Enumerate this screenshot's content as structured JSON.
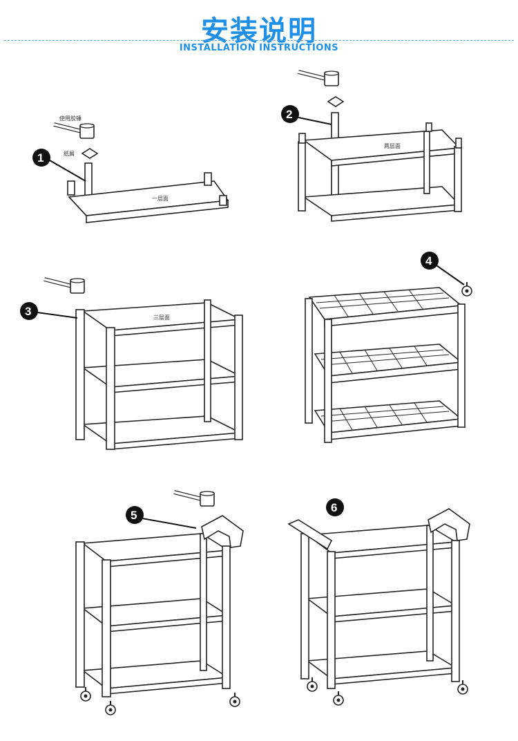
{
  "header": {
    "title": "安装说明",
    "subtitle": "INSTALLATION INSTRUCTIONS"
  },
  "steps": [
    {
      "number": "1",
      "labels": {
        "hammer": "使用胶锤",
        "paper": "纸屑",
        "shelf": "一层面"
      }
    },
    {
      "number": "2",
      "labels": {
        "shelf": "两层面"
      }
    },
    {
      "number": "3",
      "labels": {
        "shelf": "三层面"
      }
    },
    {
      "number": "4"
    },
    {
      "number": "5"
    },
    {
      "number": "6"
    }
  ],
  "colors": {
    "accent": "#1e8fe6",
    "line": "#222222"
  }
}
